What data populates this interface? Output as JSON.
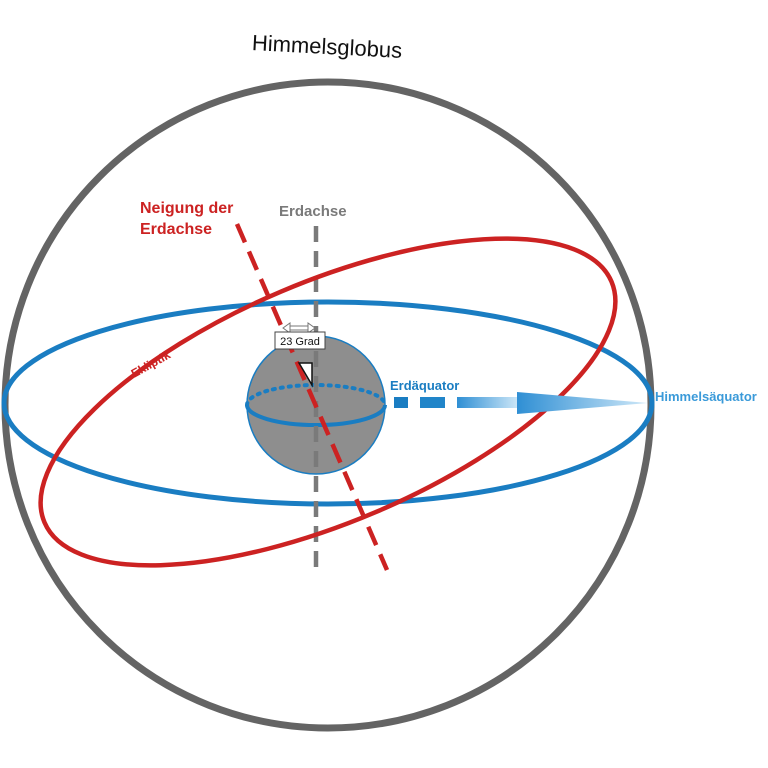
{
  "labels": {
    "title": "Himmelsglobus",
    "tilt_line1": "Neigung der",
    "tilt_line2": "Erdachse",
    "axis": "Erdachse",
    "angle": "23 Grad",
    "ecliptic": "Ekliptik",
    "earth_equator": "Erdäquator",
    "celestial_equator": "Himmelsäquator"
  },
  "colors": {
    "globe": "#646464",
    "equator": "#1a7dc2",
    "ecliptic": "#cc2222",
    "axis": "#7a7a7a",
    "earth_fill": "#8c8c8c",
    "arrow": "#3a9ad9"
  }
}
